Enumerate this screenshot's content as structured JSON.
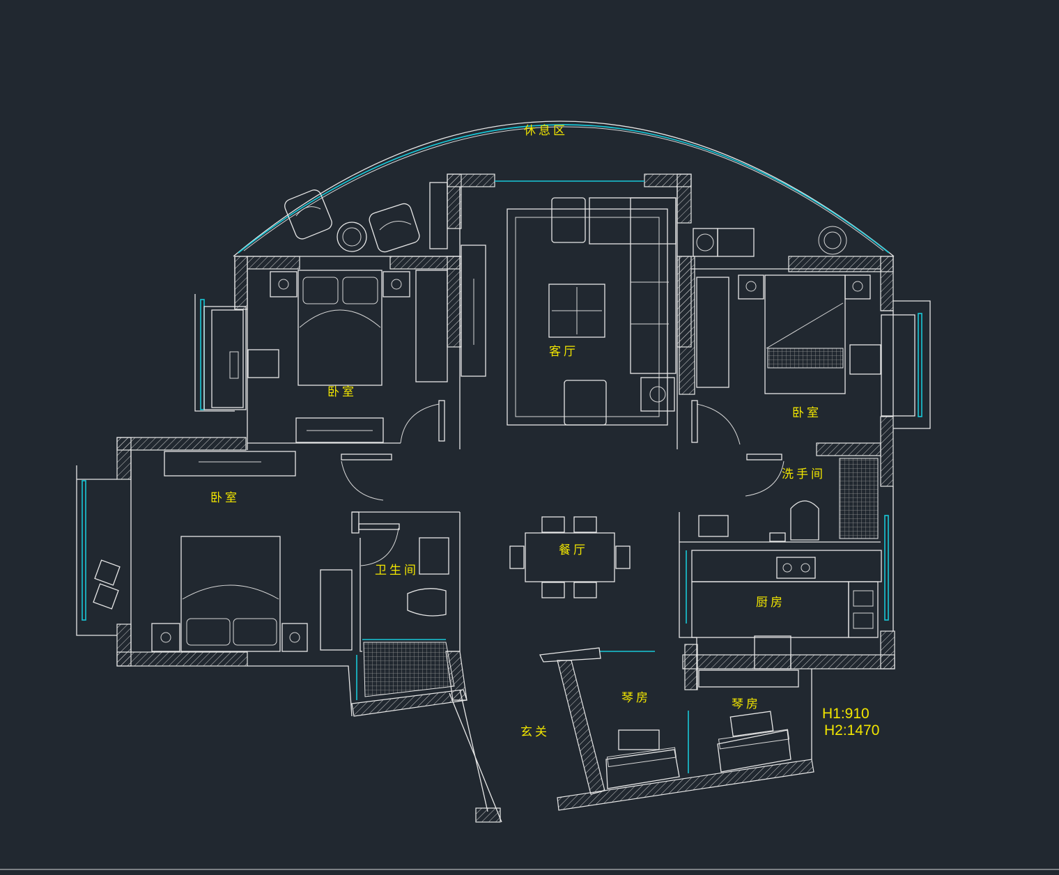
{
  "rooms": {
    "lounge": "休息区",
    "living_room": "客厅",
    "bedroom_nw": "卧室",
    "bedroom_ne": "卧室",
    "bedroom_w": "卧室",
    "powder_room": "洗手间",
    "dining_room": "餐厅",
    "bathroom": "卫生间",
    "kitchen": "厨房",
    "piano_room_1": "琴房",
    "piano_room_2": "琴房",
    "entrance": "玄关"
  },
  "dimensions": {
    "h1": "H1:910",
    "h2": "H2:1470"
  },
  "colors": {
    "background": "#212830",
    "line": "#e8e8e8",
    "window": "#18c8d8",
    "label": "#f2e600"
  }
}
